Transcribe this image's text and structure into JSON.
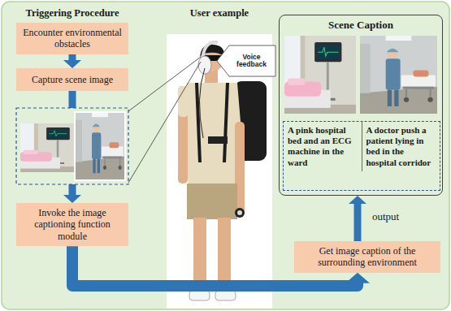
{
  "diagram": {
    "nodes": [
      {
        "text": [
          "Encounter environmental obstacles"
        ]
      },
      {
        "text": [
          "Capture scene image"
        ]
      },
      {
        "text": [
          "Invoke the image captioning function module"
        ]
      },
      {
        "text": [
          "Get image caption of the surrounding environment"
        ]
      },
      {
        "text": [
          "Scene Caption"
        ]
      },
      {
        "text": [
          "A pink hospital bed and an ECG machine in the ward",
          "A doctor push a patient lying in bed in the hospital corridor"
        ],
        "in": 4
      },
      {
        "text": [
          "Voice feedback"
        ]
      }
    ],
    "edges": [
      {
        "from": 0,
        "to": 1,
        "arrow": "to"
      },
      {
        "from": 1,
        "to": 2,
        "arrow": "to"
      },
      {
        "from": 2,
        "to": 3,
        "arrow": "to"
      },
      {
        "from": 3,
        "to": 4,
        "label": "output",
        "arrow": "to"
      }
    ],
    "labels": [
      "Triggering Procedure",
      "User example"
    ]
  }
}
